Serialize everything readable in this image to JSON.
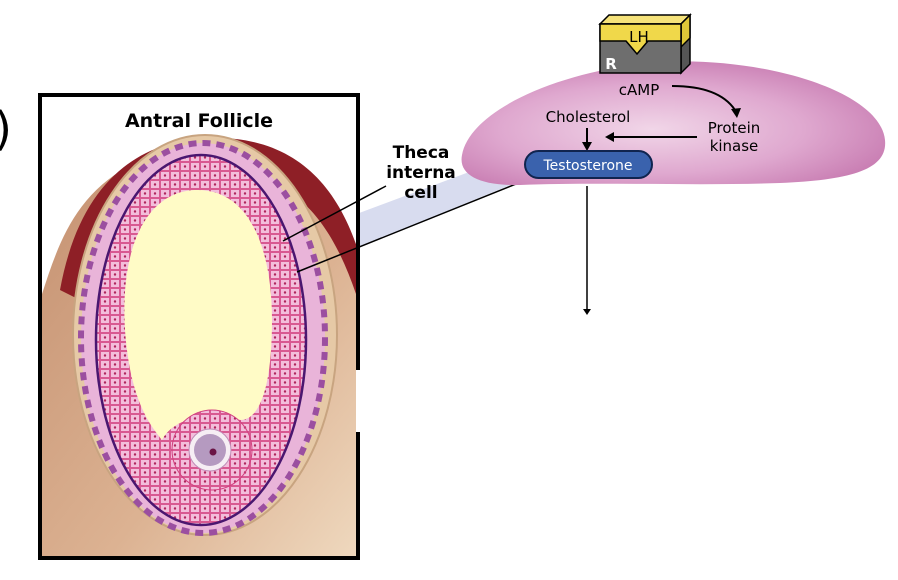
{
  "panel_letter_fragment": ")",
  "follicle_panel": {
    "title": "Antral Follicle"
  },
  "callout": {
    "line1": "Theca",
    "line2": "interna",
    "line3": "cell"
  },
  "cell": {
    "hormone": "LH",
    "receptor": "R",
    "second_messenger": "cAMP",
    "enzyme_line1": "Protein",
    "enzyme_line2": "kinase",
    "substrate": "Cholesterol",
    "product": "Testosterone"
  },
  "colors": {
    "cell_body": "#d99cc6",
    "testosterone_pill": "#3a62ad",
    "hormone_block": "#f0d84a",
    "receptor_block": "#6e6e6e",
    "antrum": "#fffbc6",
    "granulosa": "#f0b6d6",
    "theca_ring": "#4a1670",
    "follicle_cap": "#8e1f26",
    "stroma": "#d2a584",
    "callout_beam": "#d8dcef"
  }
}
